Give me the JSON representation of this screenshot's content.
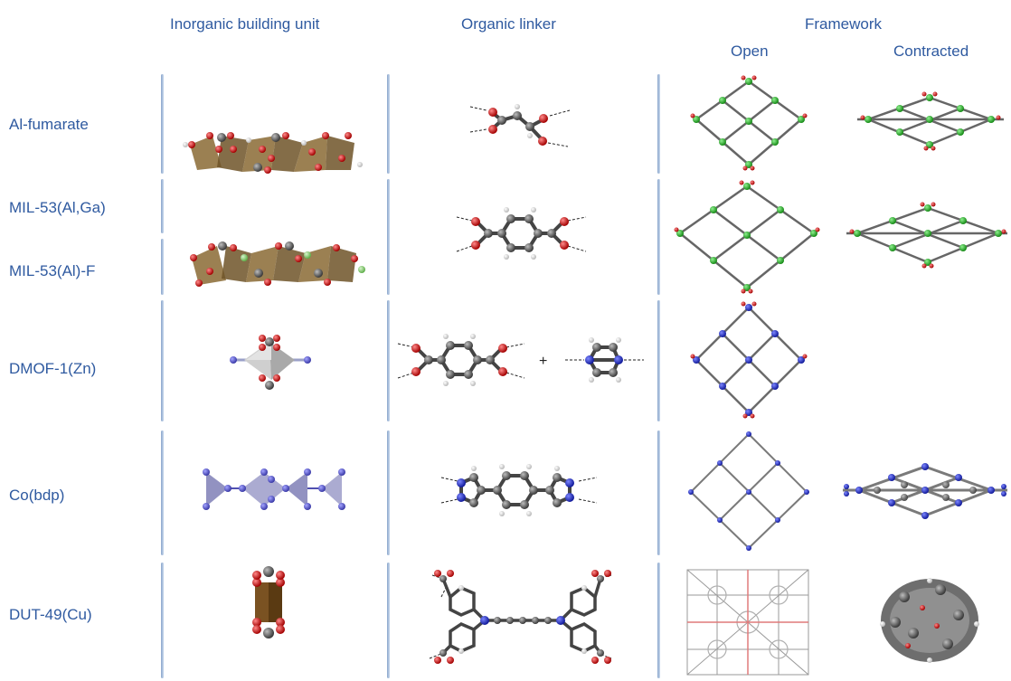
{
  "colors": {
    "label": "#2f5aa0",
    "carbon": "#555555",
    "oxygen": "#d41c1c",
    "hydrogen": "#e6e6e6",
    "nitrogen": "#2230c8",
    "fluorine": "#8fd07c",
    "metal": "#2fa832",
    "polyhedron_al": "#8a6a34",
    "polyhedron_zn": "#bdbdbd",
    "polyhedron_co": "#7f7fb6",
    "polyhedron_cu": "#5a3a12",
    "divider": "#9db5d8"
  },
  "headers": {
    "inorganic": "Inorganic building unit",
    "organic": "Organic linker",
    "framework": "Framework",
    "open": "Open",
    "contracted": "Contracted"
  },
  "rows": [
    {
      "label": "Al-fumarate"
    },
    {
      "label": "MIL-53(Al,Ga)"
    },
    {
      "label": "MIL-53(Al)-F"
    },
    {
      "label": "DMOF-1(Zn)"
    },
    {
      "label": "Co(bdp)"
    },
    {
      "label": "DUT-49(Cu)"
    }
  ],
  "dmof_plus": "+"
}
